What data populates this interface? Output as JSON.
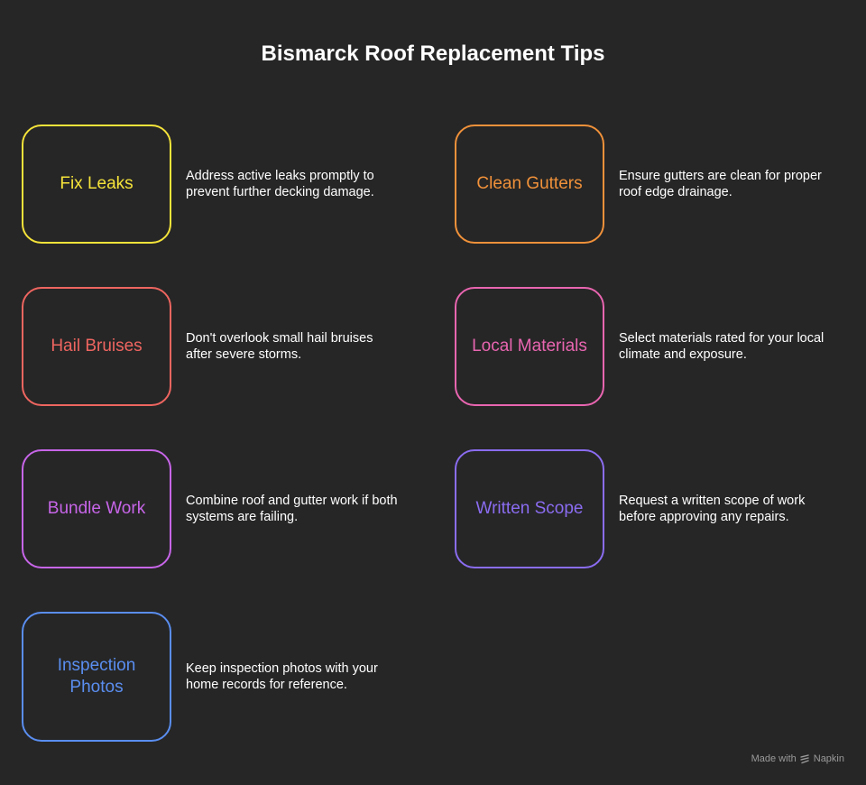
{
  "title": "Bismarck Roof Replacement Tips",
  "tips": [
    {
      "label": "Fix Leaks",
      "desc": "Address active leaks promptly to prevent further decking damage.",
      "color": "#f5e33a"
    },
    {
      "label": "Clean Gutters",
      "desc": "Ensure gutters are clean for proper roof edge drainage.",
      "color": "#f0913a"
    },
    {
      "label": "Hail Bruises",
      "desc": "Don't overlook small hail bruises after severe storms.",
      "color": "#ee6560"
    },
    {
      "label": "Local Materials",
      "desc": "Select materials rated for your local climate and exposure.",
      "color": "#e865b0"
    },
    {
      "label": "Bundle Work",
      "desc": "Combine roof and gutter work if both systems are failing.",
      "color": "#c765e8"
    },
    {
      "label": "Written Scope",
      "desc": "Request a written scope of work before approving any repairs.",
      "color": "#8a6cf0"
    },
    {
      "label": "Inspection Photos",
      "desc": "Keep inspection photos with your home records for reference.",
      "color": "#5a8ef0"
    }
  ],
  "footer": {
    "made_with": "Made with",
    "brand": "Napkin",
    "icon": "napkin-logo-icon"
  }
}
